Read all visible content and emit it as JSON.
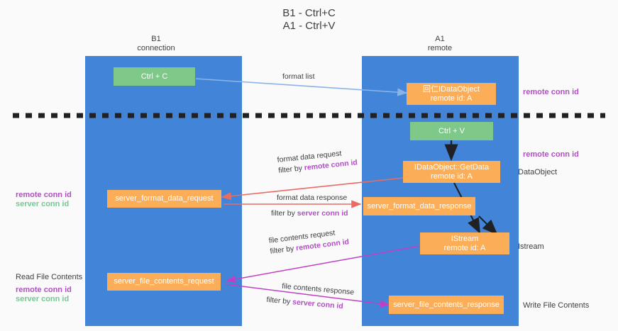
{
  "title": {
    "line1": "B1 - Ctrl+C",
    "line2": "A1 - Ctrl+V"
  },
  "lanes": [
    {
      "name": "B1",
      "role": "connection"
    },
    {
      "name": "A1",
      "role": "remote"
    }
  ],
  "boxes": {
    "ctrl_c": "Ctrl + C",
    "ctrl_v": "Ctrl + V",
    "idataobject_top_l1": "回仁IDataObject",
    "idataobject_top_l2": "remote id: A",
    "getdata_l1": "IDataObject::GetData",
    "getdata_l2": "remote id: A",
    "server_format_data_request": "server_format_data_request",
    "server_format_data_response": "server_format_data_response",
    "istream_l1": "IStream",
    "istream_l2": "remote id: A",
    "server_file_contents_request": "server_file_contents_request",
    "server_file_contents_response": "server_file_contents_response"
  },
  "arrow_labels": {
    "format_list": "format list",
    "format_data_request": "format data request",
    "format_data_request_filter_prefix": "filter by ",
    "format_data_request_filter_key": "remote conn id",
    "format_data_response": "format data response",
    "format_data_response_filter_prefix": "filter by ",
    "format_data_response_filter_key": "server conn id",
    "file_contents_request": "file contents request",
    "file_contents_request_filter_prefix": "filter by ",
    "file_contents_request_filter_key": "remote conn id",
    "file_contents_response": "file contents response",
    "file_contents_response_filter_prefix": "filter by ",
    "file_contents_response_filter_key": "server conn id"
  },
  "annotations": {
    "right_remote_conn_id_top": "remote conn id",
    "right_remote_conn_id_mid": "remote conn id",
    "right_dataobject": "DataObject",
    "right_istream": "Istream",
    "right_write_file_contents": "Write File Contents",
    "left_remote_conn_id_mid": "remote conn id",
    "left_server_conn_id_mid": "server conn id",
    "left_read_file_contents": "Read File Contents",
    "left_remote_conn_id_bottom": "remote conn id",
    "left_server_conn_id_bottom": "server conn id"
  },
  "colors": {
    "lane": "#4285d8",
    "green_box": "#7ec98a",
    "orange_box": "#fbae57",
    "purple": "#b14ec4",
    "green_text": "#76c893",
    "arrow_blue": "#8ab4e8",
    "arrow_red": "#ea6b62",
    "arrow_magenta": "#c13fc4",
    "arrow_black": "#202124",
    "background": "#fafafa"
  }
}
